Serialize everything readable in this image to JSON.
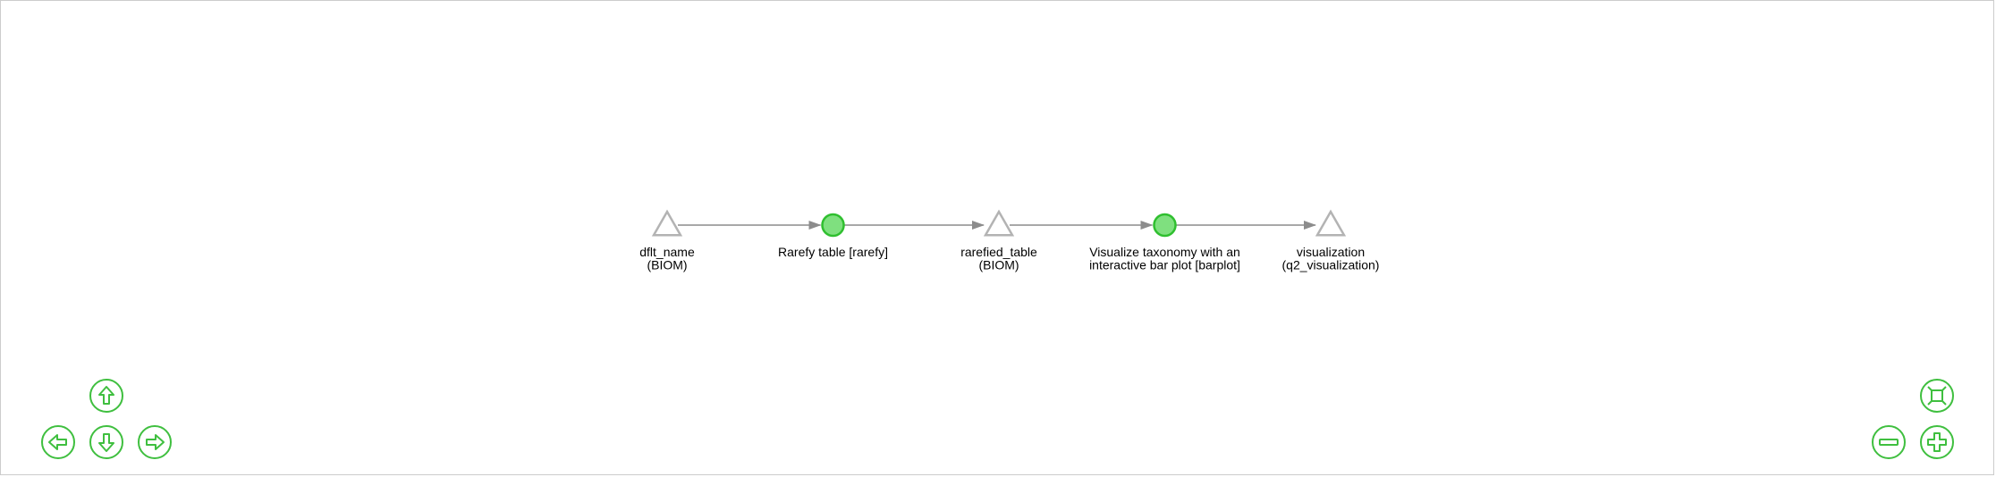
{
  "graph": {
    "nodes": [
      {
        "id": "n1",
        "kind": "data",
        "label_lines": [
          "dflt_name",
          "(BIOM)"
        ]
      },
      {
        "id": "n2",
        "kind": "process",
        "label_lines": [
          "Rarefy table [rarefy]"
        ]
      },
      {
        "id": "n3",
        "kind": "data",
        "label_lines": [
          "rarefied_table",
          "(BIOM)"
        ]
      },
      {
        "id": "n4",
        "kind": "process",
        "label_lines": [
          "Visualize taxonomy with an",
          "interactive bar plot [barplot]"
        ]
      },
      {
        "id": "n5",
        "kind": "data",
        "label_lines": [
          "visualization",
          "(q2_visualization)"
        ]
      }
    ],
    "edges": [
      {
        "from": "n1",
        "to": "n2"
      },
      {
        "from": "n2",
        "to": "n3"
      },
      {
        "from": "n3",
        "to": "n4"
      },
      {
        "from": "n4",
        "to": "n5"
      }
    ]
  },
  "controls": {
    "navigation": [
      "arrow-up-icon",
      "arrow-left-icon",
      "arrow-down-icon",
      "arrow-right-icon"
    ],
    "zoom": [
      "fit-view-icon",
      "zoom-out-icon",
      "zoom-in-icon"
    ]
  },
  "colors": {
    "accent": "#3fbf3f",
    "process_fill": "#7fe07f",
    "data_stroke": "#b3b3b3",
    "edge": "#8c8c8c"
  }
}
